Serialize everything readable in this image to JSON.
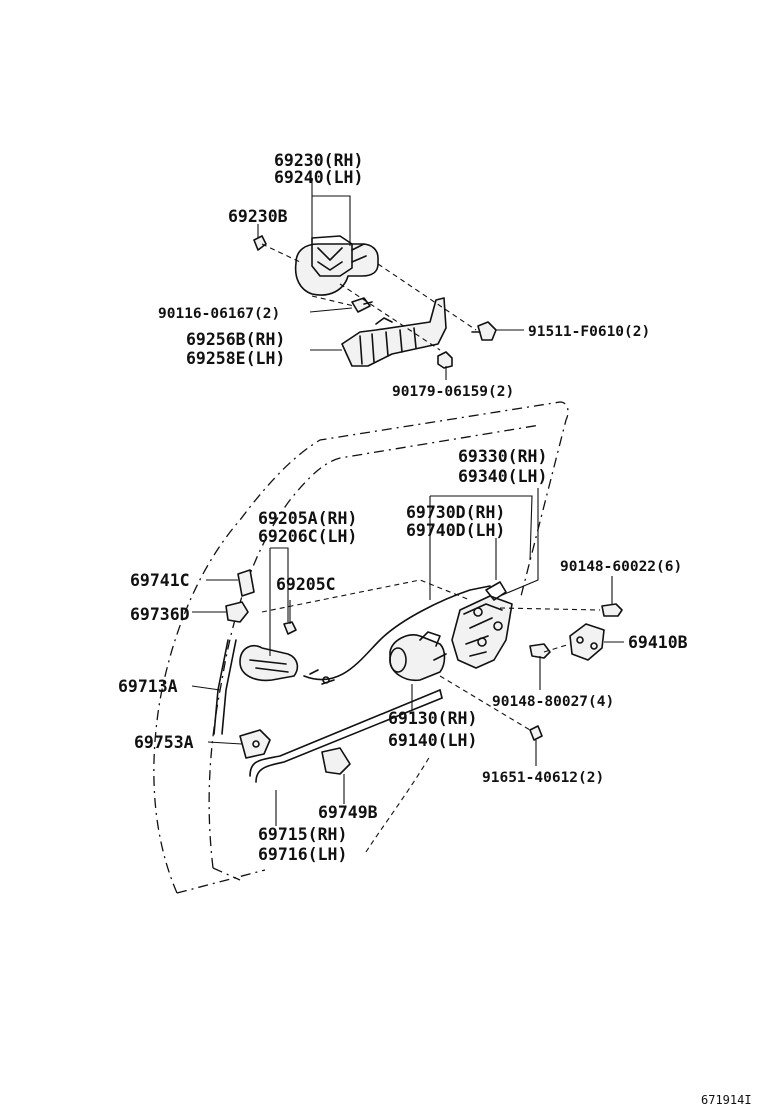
{
  "diagram": {
    "ref_number": "671914I",
    "labels": {
      "outer_handle_rh": "69230(RH)",
      "outer_handle_lh": "69240(LH)",
      "handle_cap": "69230B",
      "screw_90116": "90116-06167(2)",
      "frame_rh": "69256B(RH)",
      "frame_lh": "69258E(LH)",
      "bolt_91511": "91511-F0610(2)",
      "nut_90179": "90179-06159(2)",
      "lock_assy_rh": "69330(RH)",
      "lock_assy_lh": "69340(LH)",
      "cable_rh": "69730D(RH)",
      "cable_lh": "69740D(LH)",
      "inner_handle_rh": "69205A(RH)",
      "inner_handle_lh": "69206C(LH)",
      "inner_screw": "69205C",
      "cap_69741C": "69741C",
      "clip_69736D": "69736D",
      "screw_90148_60022": "90148-60022(6)",
      "striker": "69410B",
      "rod_69713A": "69713A",
      "screw_90148_80027": "90148-80027(4)",
      "actuator_rh": "69130(RH)",
      "actuator_lh": "69140(LH)",
      "clamp_69753A": "69753A",
      "screw_91651": "91651-40612(2)",
      "clip_69749B": "69749B",
      "rod_rh": "69715(RH)",
      "rod_lh": "69716(LH)"
    }
  }
}
